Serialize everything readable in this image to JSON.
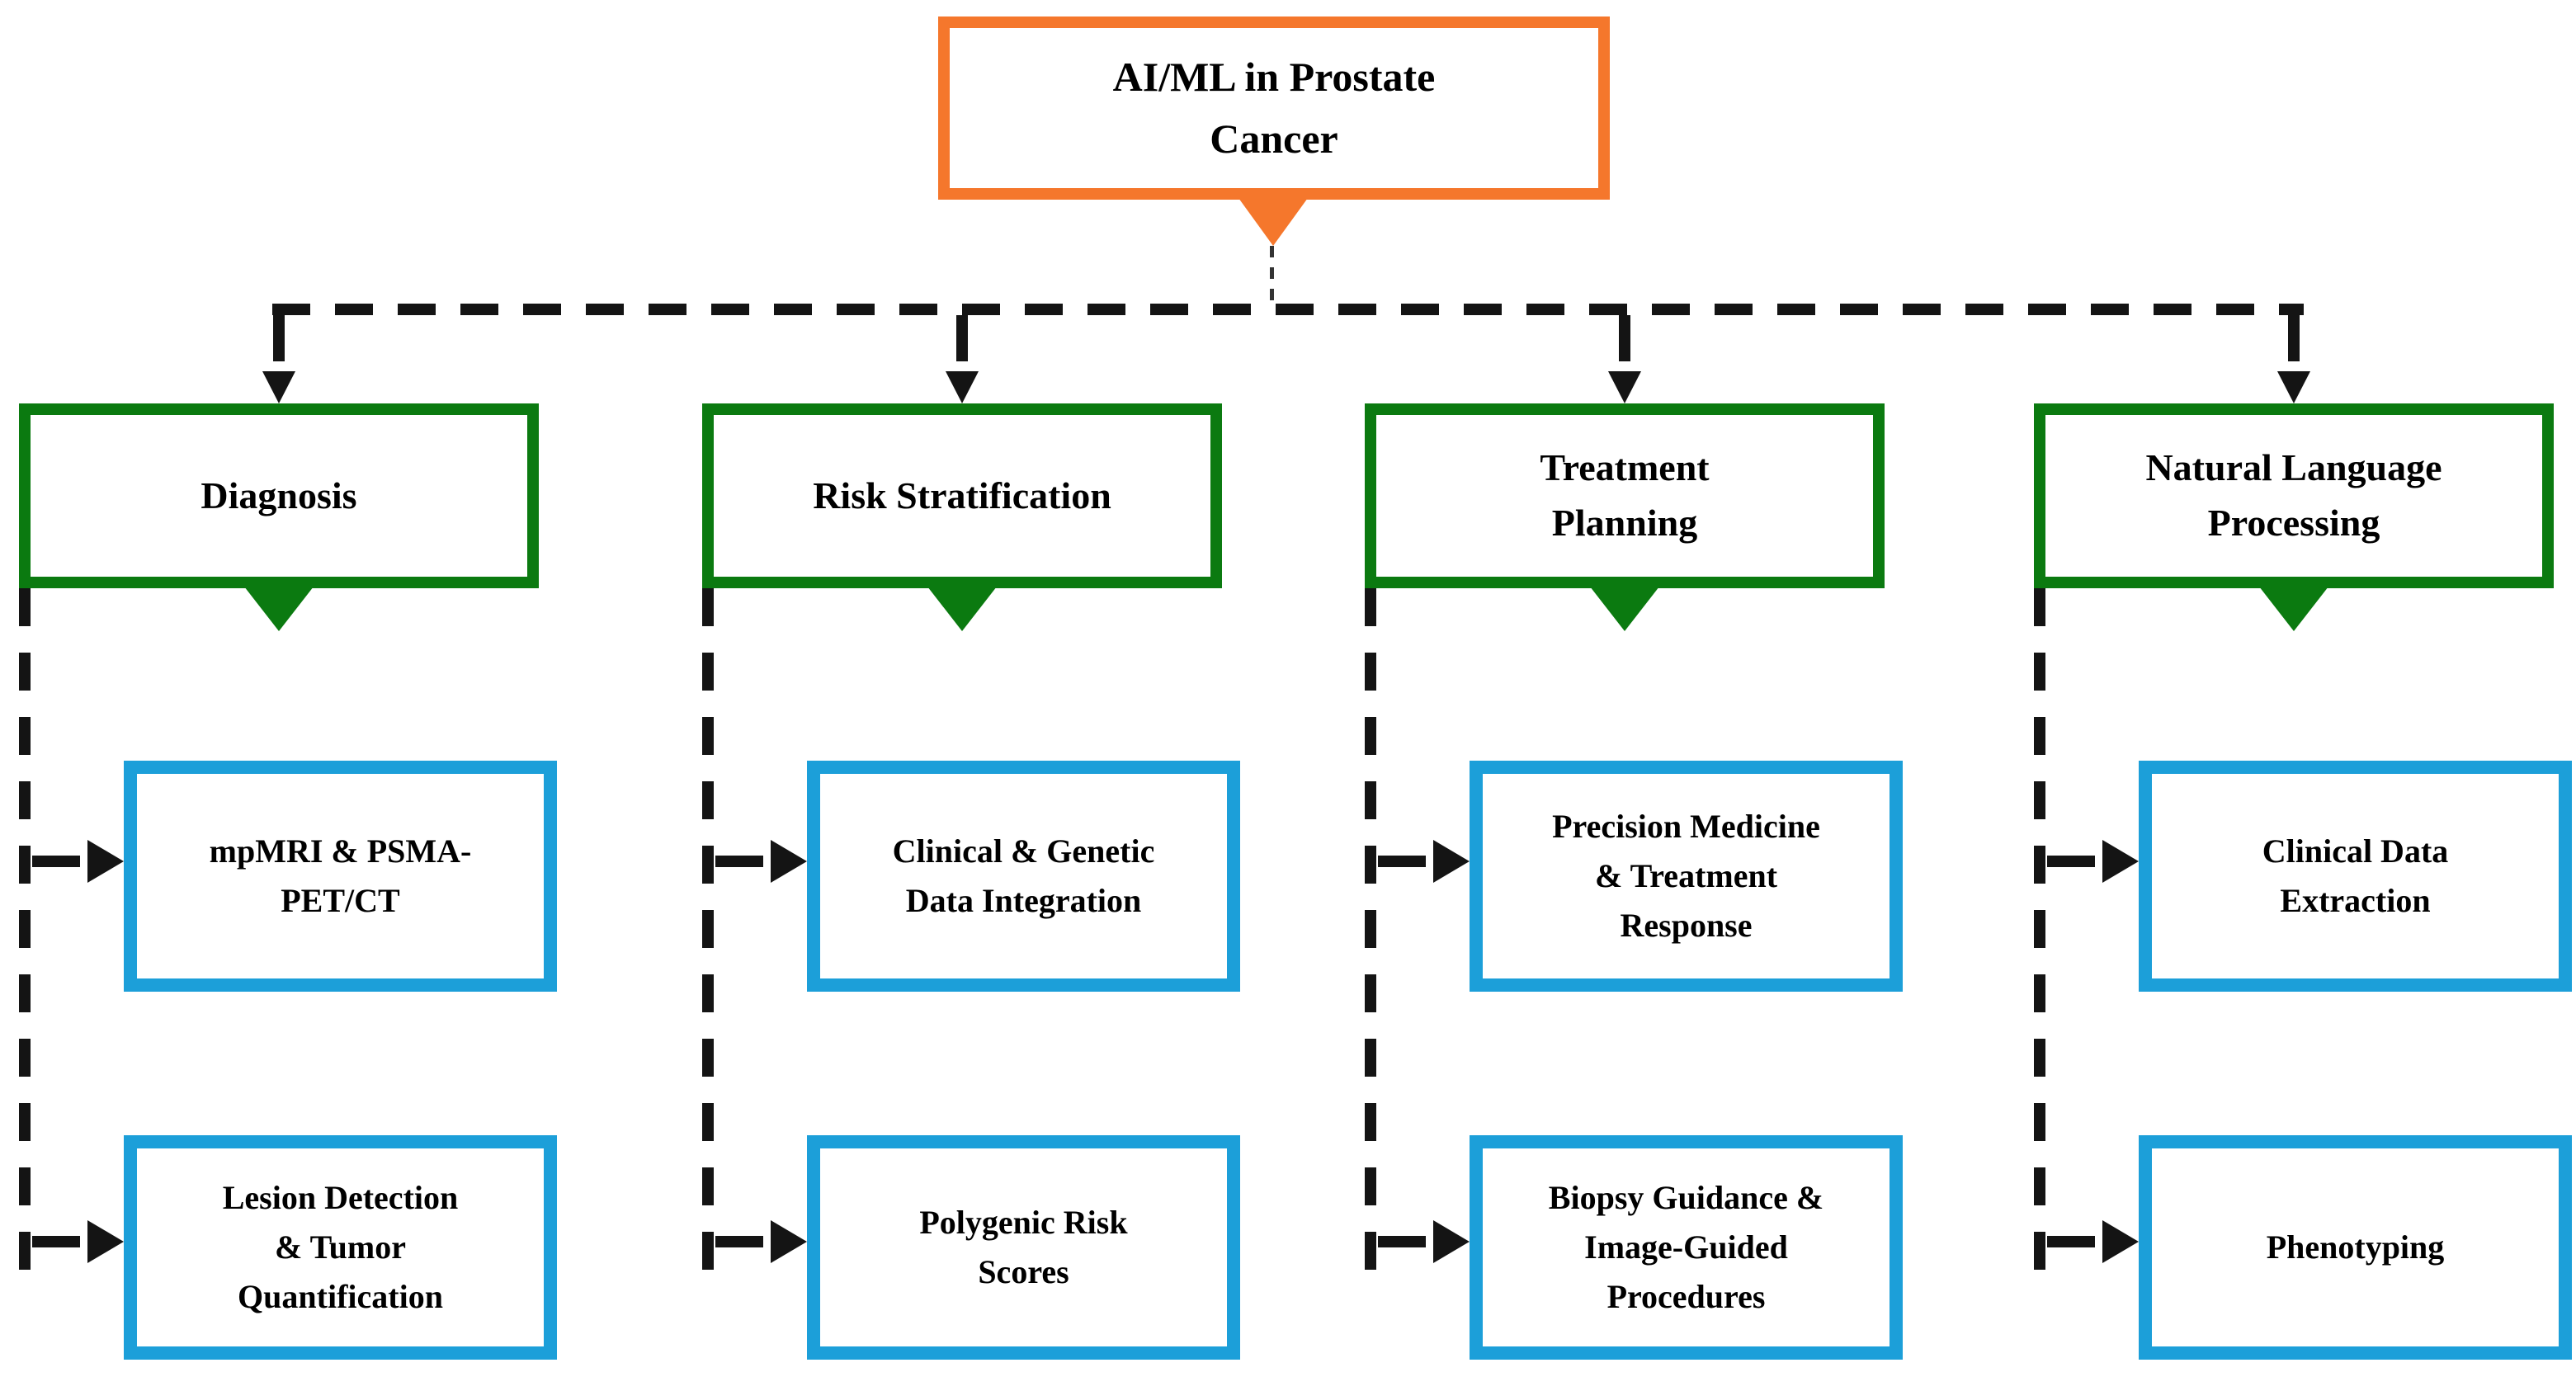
{
  "root": {
    "label": "AI/ML in Prostate\nCancer"
  },
  "branches": [
    {
      "label": "Diagnosis",
      "children": [
        {
          "label": "mpMRI & PSMA-\nPET/CT"
        },
        {
          "label": "Lesion Detection\n& Tumor\nQuantification"
        }
      ]
    },
    {
      "label": "Risk Stratification",
      "children": [
        {
          "label": "Clinical & Genetic\nData Integration"
        },
        {
          "label": "Polygenic Risk\nScores"
        }
      ]
    },
    {
      "label": "Treatment\nPlanning",
      "children": [
        {
          "label": "Precision Medicine\n& Treatment\nResponse"
        },
        {
          "label": "Biopsy Guidance &\nImage-Guided\nProcedures"
        }
      ]
    },
    {
      "label": "Natural Language\nProcessing",
      "children": [
        {
          "label": "Clinical Data\nExtraction"
        },
        {
          "label": "Phenotyping"
        }
      ]
    }
  ],
  "colors": {
    "orange": "#F5772C",
    "green": "#0B7A10",
    "blue": "#1C9FD9",
    "line": "#141414"
  }
}
